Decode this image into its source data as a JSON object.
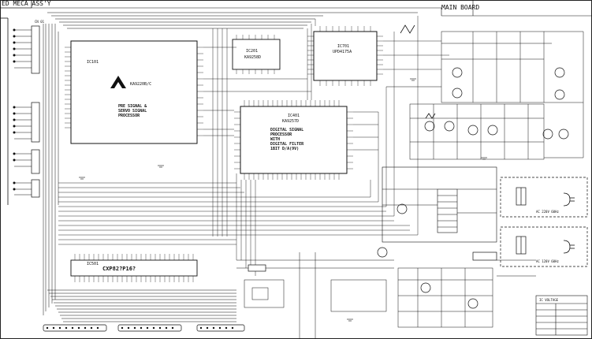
{
  "sheet": {
    "corner_label": "ED MECA ASS'Y",
    "board_label": "MAIN BOARD",
    "top_ref": "CN 01"
  },
  "ics": {
    "ic201_ref": "IC201",
    "ic201_part": "KA9258D",
    "ic101_ref": "IC101",
    "ic101_part": "KA9220B/C",
    "ic101_func": "PRE SIGNAL &\nSERVO SIGNAL\nPROCESSOR",
    "ic401_ref": "IC401",
    "ic401_part": "KA9257D",
    "ic401_func": "DIGITAL SIGNAL\nPROCESSOR\nWITH\nDIGITAL FILTER\n1BIT D/A(9V)",
    "ic701_ref": "IC701",
    "ic701_part": "UPD4175A",
    "ic501_ref": "IC501",
    "ic501_part": "CXP82?P16?"
  },
  "power": {
    "ac_label_top": "AC 220V 60Hz",
    "ac_label_bottom": "AC 120V 60Hz"
  },
  "legend": {
    "title": "IC VOLTAGE"
  },
  "icons": [
    "connector-icon",
    "transistor-icon",
    "transformer-icon",
    "plug-icon",
    "ground-icon"
  ]
}
